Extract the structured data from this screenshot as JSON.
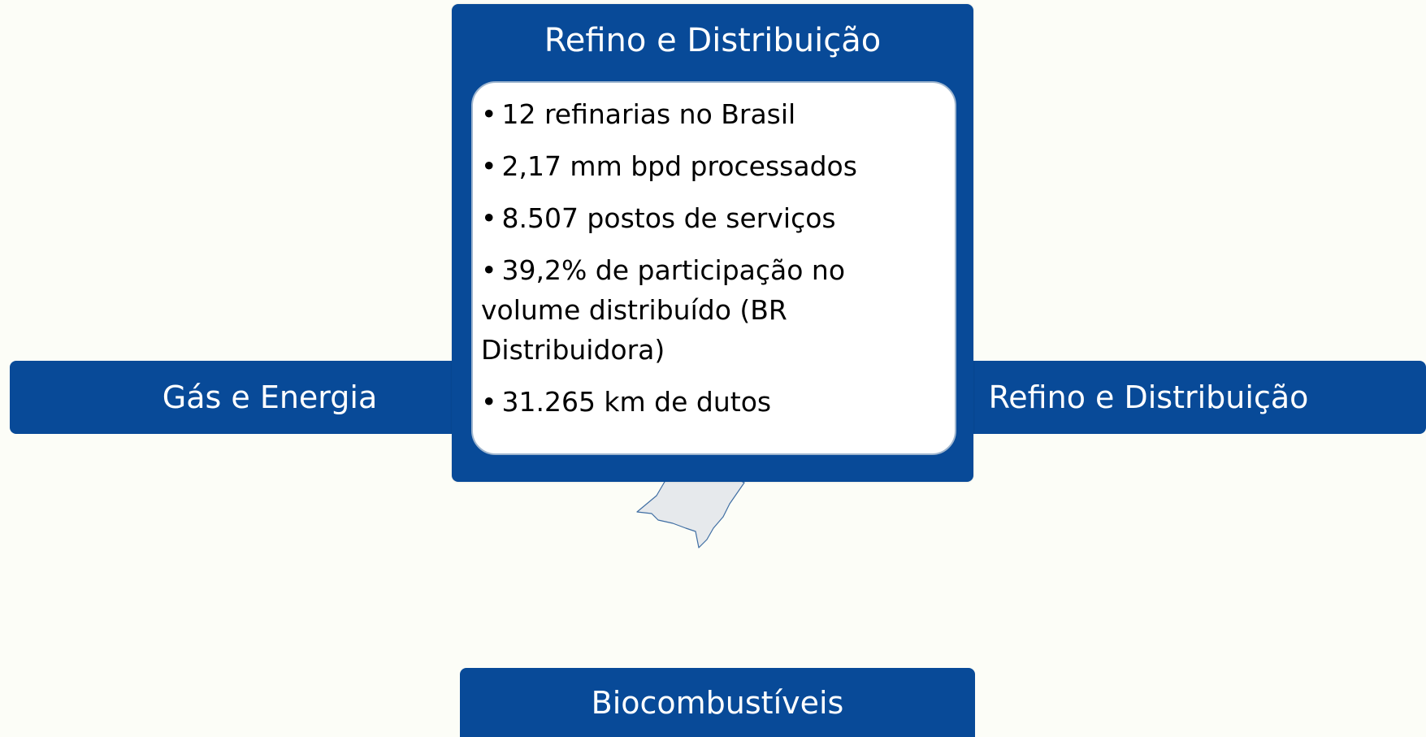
{
  "diagram": {
    "left_box": {
      "label": "Gás e Energia"
    },
    "right_box": {
      "label": "Refino e Distribuição"
    },
    "bottom_box": {
      "label": "Biocombustíveis"
    },
    "top_box": {
      "title": "Refino e Distribuição",
      "bullet_symbol": "•",
      "items": [
        "12 refinarias no Brasil",
        "2,17 mm bpd processados",
        "8.507 postos de serviços",
        "39,2% de participação no volume distribuído (BR Distribuidora)",
        "31.265 km de dutos"
      ]
    }
  },
  "colors": {
    "box_blue": "#084a98",
    "background": "#fcfdf7",
    "panel_border": "#9fb6cf",
    "map_fill": "#e6e9ec"
  },
  "icons": {
    "map_shape": "map-outline-icon"
  }
}
